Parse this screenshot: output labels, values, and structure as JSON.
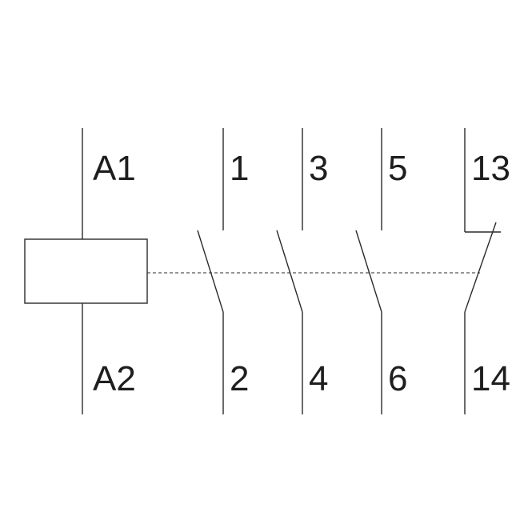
{
  "diagram": {
    "coil": {
      "top_label": "A1",
      "bottom_label": "A2"
    },
    "main_contacts": [
      {
        "top": "1",
        "bottom": "2"
      },
      {
        "top": "3",
        "bottom": "4"
      },
      {
        "top": "5",
        "bottom": "6"
      }
    ],
    "auxiliary_contact": {
      "top": "13",
      "bottom": "14"
    },
    "colors": {
      "line": "#2b2b2b",
      "text": "#1e1e1e",
      "background": "#ffffff"
    }
  }
}
